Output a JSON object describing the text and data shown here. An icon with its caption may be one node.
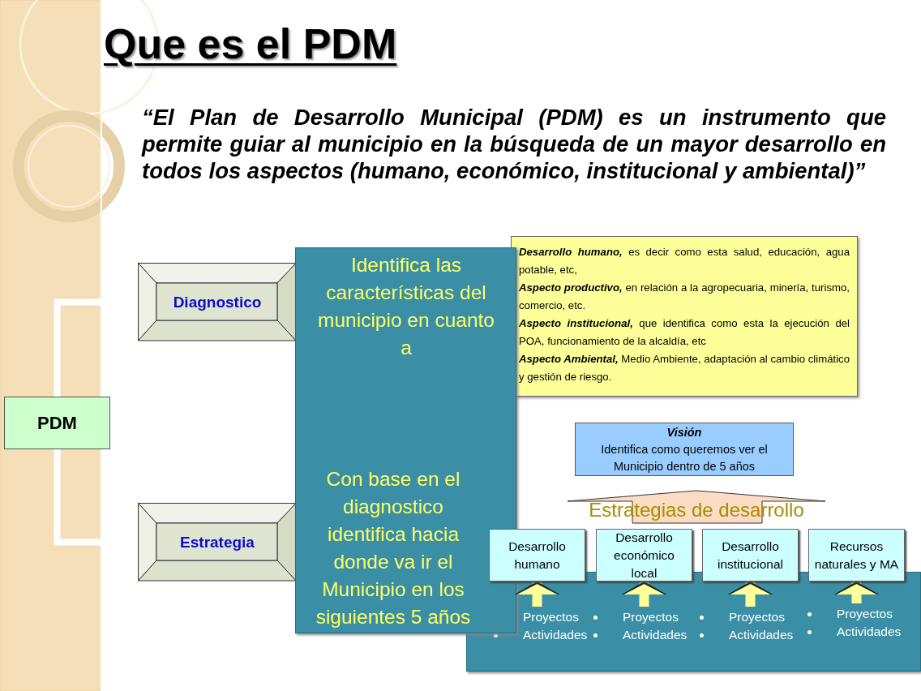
{
  "diagram": {
    "title": "Que es el PDM",
    "nodes": [
      {
        "text": [
          "PDM"
        ]
      },
      {
        "text": [
          "Diagnostico"
        ]
      },
      {
        "text": [
          "Estrategia"
        ]
      },
      {
        "text": [
          "Identifica las características del municipio en cuanto a",
          "Con base en el diagnostico identifica hacia donde va ir el Municipio en los siguientes 5 años"
        ]
      },
      {
        "text": [
          "**Desarrollo humano,** es decir como esta salud, educación, agua potable, etc,",
          "**Aspecto productivo,** en relación a la agropecuaria, minería, turismo, comercio, etc.",
          "**Aspecto institucional,** que identifica como esta la ejecución del POA, funcionamiento de la alcaldía, etc",
          "**Aspecto Ambiental,** Medio Ambiente, adaptación al cambio climático y gestión de riesgo."
        ]
      },
      {
        "text": [
          "Visión",
          "Identifica como queremos ver el Municipio dentro de 5 años"
        ]
      },
      {
        "text": [
          "Estrategias de desarrollo"
        ]
      },
      {
        "text": [],
        "shape": "box"
      },
      {
        "text": [
          "Desarrollo humano"
        ]
      },
      {
        "text": [
          "Desarrollo económico local"
        ]
      },
      {
        "text": [
          "Desarrollo institucional"
        ]
      },
      {
        "text": [
          "Recursos naturales y MA"
        ]
      },
      {
        "text": [
          "Proyectos",
          "Actividades"
        ],
        "in": 7
      },
      {
        "text": [
          "Proyectos",
          "Actividades"
        ],
        "in": 7
      },
      {
        "text": [
          "Proyectos",
          "Actividades"
        ],
        "in": 7
      },
      {
        "text": [
          "Proyectos",
          "Actividades"
        ],
        "in": 7
      }
    ],
    "edges": [
      {
        "from": 0,
        "to": 1,
        "arrow": "none",
        "color": "#ffffff"
      },
      {
        "from": 0,
        "to": 2,
        "arrow": "none",
        "color": "#ffffff"
      },
      {
        "from": 12,
        "to": 8,
        "arrow": "to",
        "color": "#ffff99"
      },
      {
        "from": 13,
        "to": 9,
        "arrow": "to",
        "color": "#ffff99"
      },
      {
        "from": 14,
        "to": 10,
        "arrow": "to",
        "color": "#ffff99"
      },
      {
        "from": 15,
        "to": 11,
        "arrow": "to",
        "color": "#ffff99"
      }
    ],
    "labels": [
      "“El Plan de Desarrollo Municipal (PDM) es un instrumento que permite guiar al municipio en la búsqueda de un mayor desarrollo en todos los aspectos (humano, económico, institucional y ambiental)”"
    ]
  }
}
